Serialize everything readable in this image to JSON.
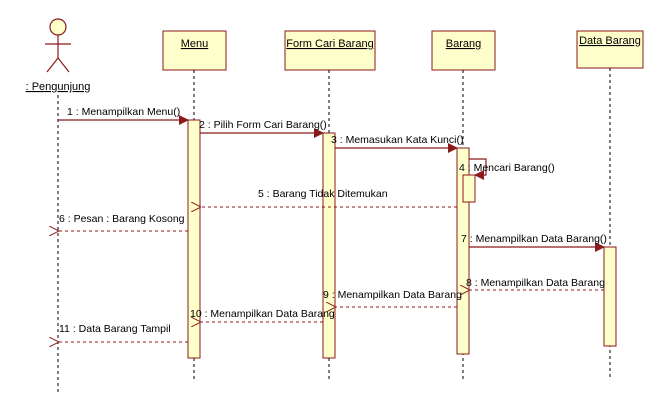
{
  "participants": {
    "pengunjung": ": Pengunjung",
    "menu": "Menu",
    "form": "Form Cari Barang",
    "barang": "Barang",
    "data": "Data Barang"
  },
  "messages": {
    "m1": "1 : Menampilkan Menu()",
    "m2": "2 : Pilih Form Cari Barang()",
    "m3": "3 : Memasukan Kata Kunci()",
    "m4": "4 : Mencari Barang()",
    "m5": "5 : Barang Tidak Ditemukan",
    "m6": "6 : Pesan : Barang Kosong",
    "m7": "7 : Menampilkan Data Barang()",
    "m8": "8 : Menampilkan Data Barang",
    "m9": "9 : Menampilkan Data Barang",
    "m10": "10 : Menampilkan Data Barang",
    "m11": "11 : Data Barang Tampil"
  },
  "colors": {
    "fill": "#ffffcc",
    "stroke": "#8b1a1a",
    "background": "#ffffff"
  }
}
